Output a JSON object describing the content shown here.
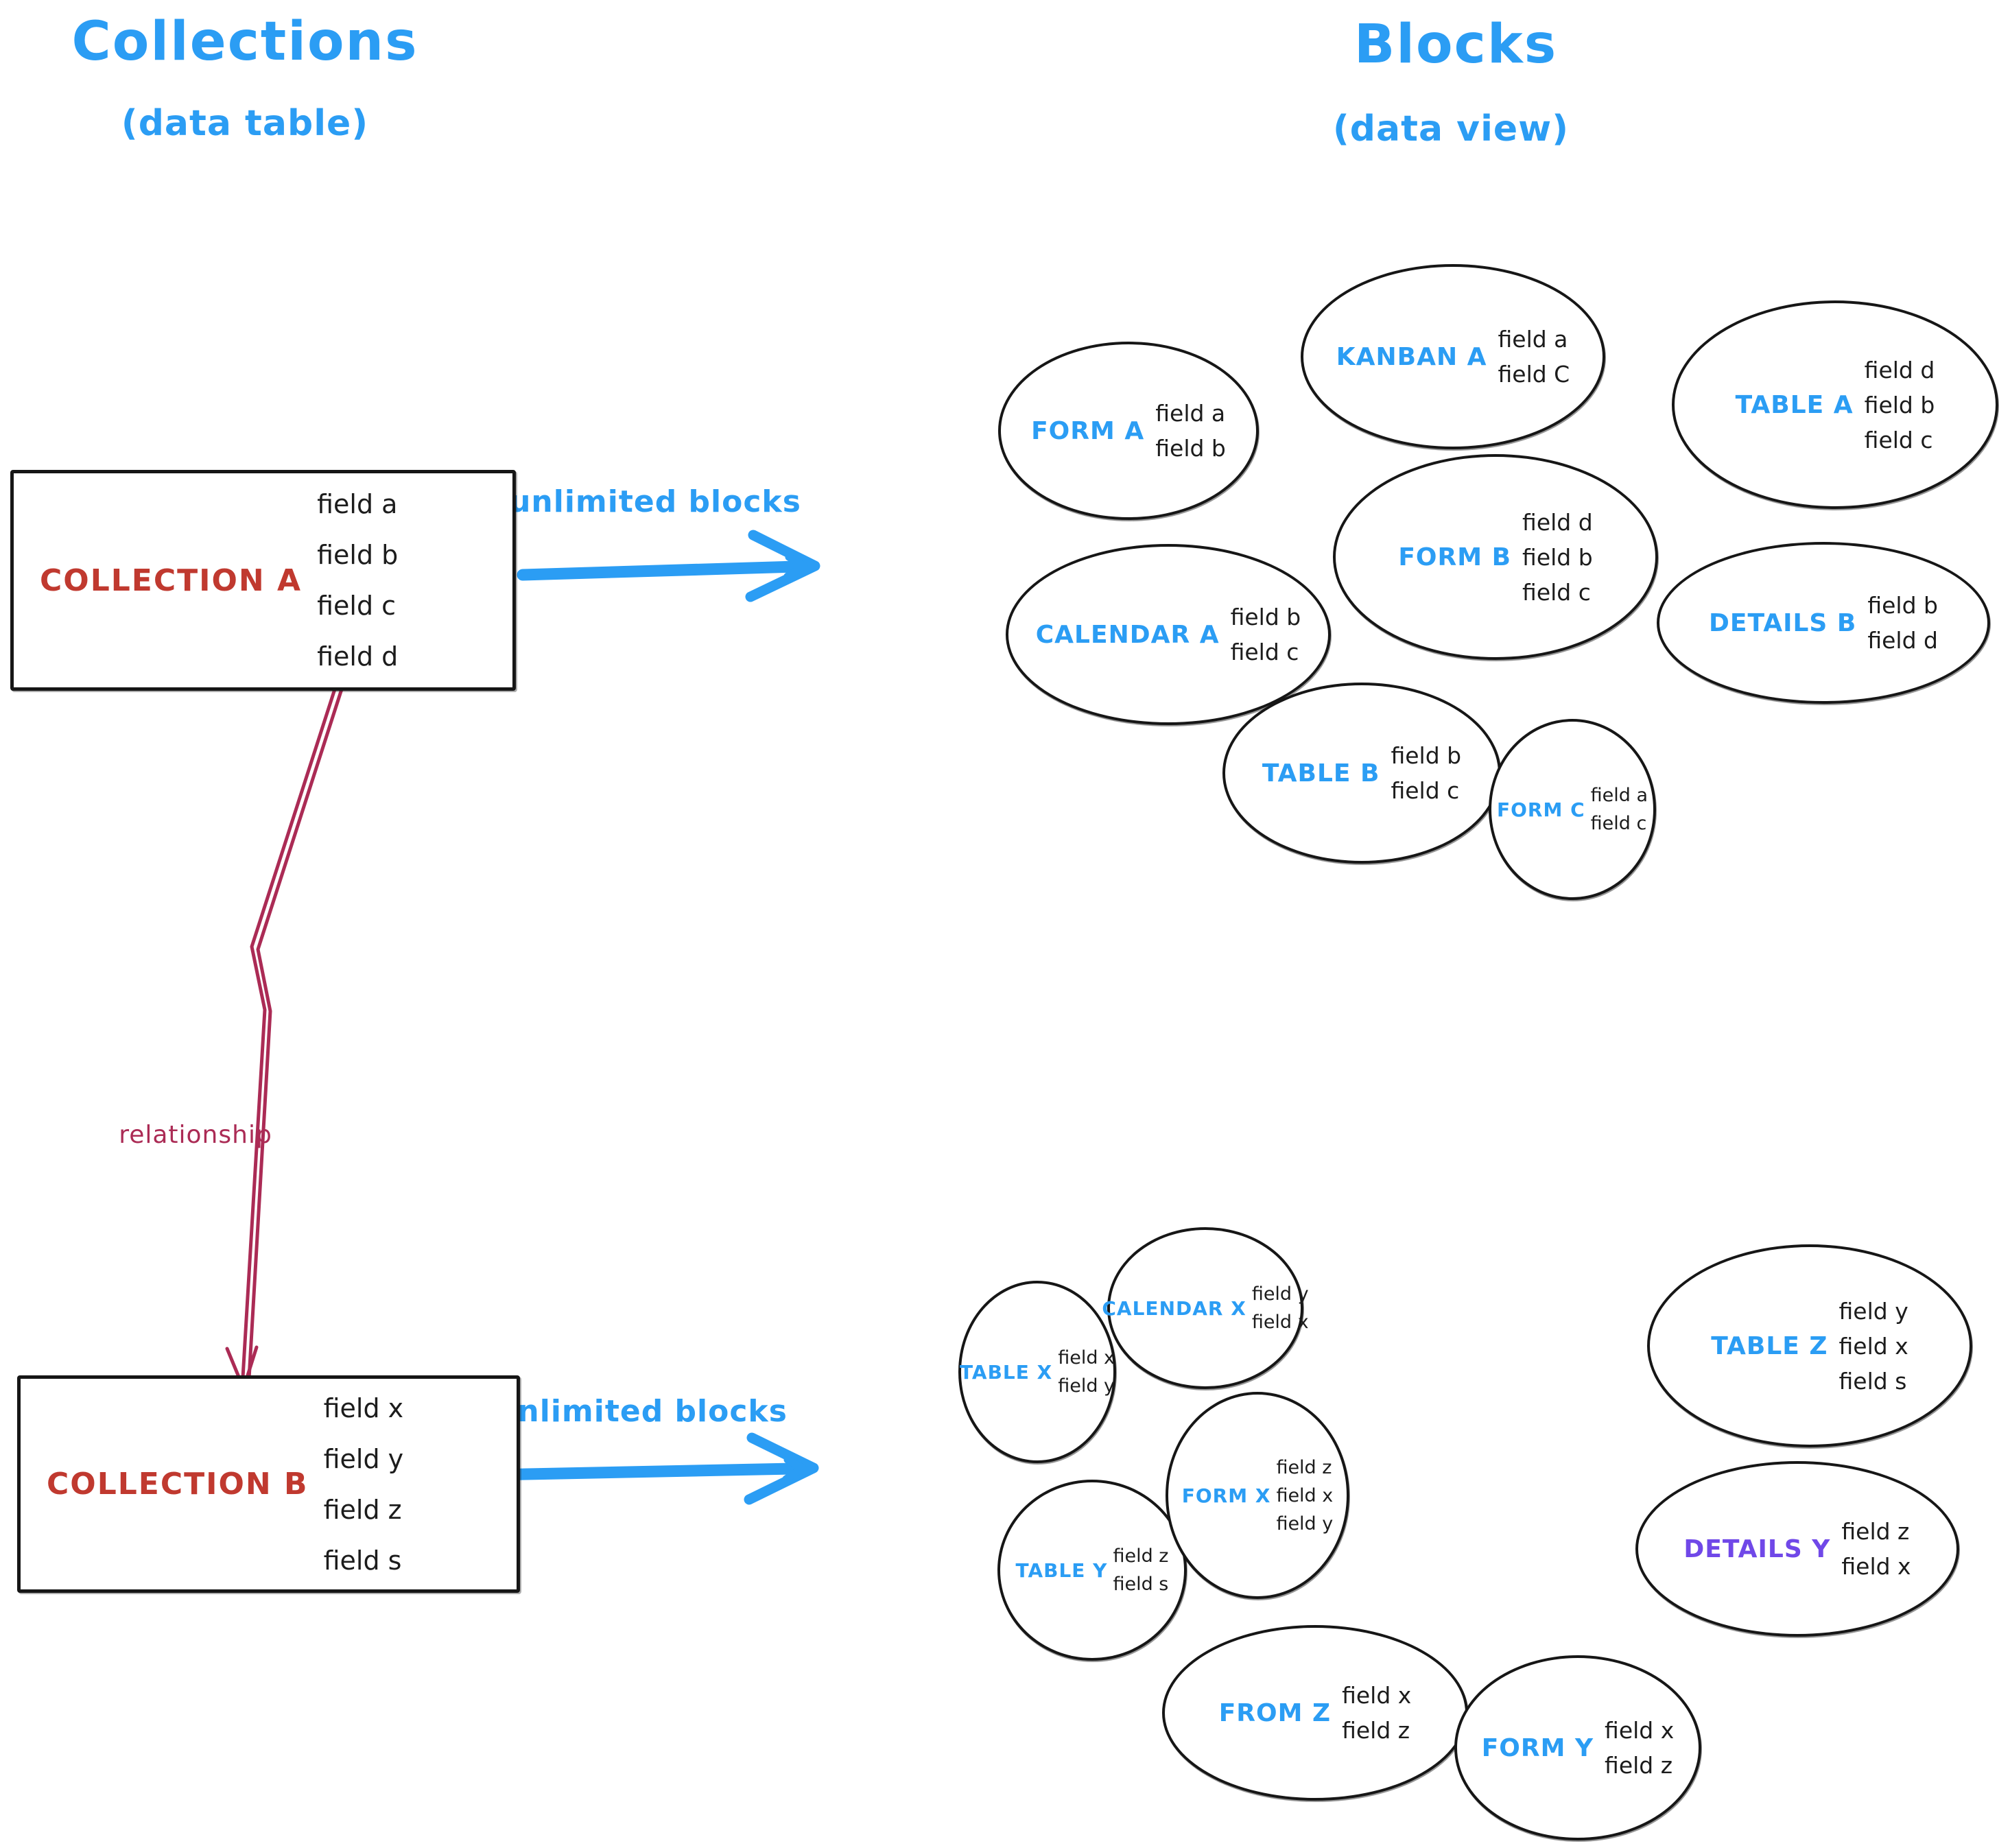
{
  "titles": {
    "collections": "Collections",
    "collections_sub": "(data table)",
    "blocks": "Blocks",
    "blocks_sub": "(data view)"
  },
  "labels": {
    "unlimited_top": "unlimited blocks",
    "unlimited_bottom": "unlimited blocks",
    "relationship": "relationship"
  },
  "collections": [
    {
      "name": "COLLECTION A",
      "fields": [
        "field a",
        "field b",
        "field c",
        "field d"
      ]
    },
    {
      "name": "COLLECTION B",
      "fields": [
        "field x",
        "field y",
        "field z",
        "field s"
      ]
    }
  ],
  "blocks_a": [
    {
      "label": "FORM A",
      "fields": [
        "field a",
        "field b"
      ]
    },
    {
      "label": "KANBAN A",
      "fields": [
        "field a",
        "field C"
      ]
    },
    {
      "label": "TABLE A",
      "fields": [
        "field d",
        "field b",
        "field c"
      ]
    },
    {
      "label": "CALENDAR A",
      "fields": [
        "field b",
        "field c"
      ]
    },
    {
      "label": "FORM B",
      "fields": [
        "field d",
        "field b",
        "field c"
      ]
    },
    {
      "label": "DETAILS B",
      "fields": [
        "field b",
        "field d"
      ]
    },
    {
      "label": "TABLE B",
      "fields": [
        "field b",
        "field c"
      ]
    },
    {
      "label": "FORM C",
      "fields": [
        "field a",
        "field c"
      ]
    }
  ],
  "blocks_b": [
    {
      "label": "TABLE X",
      "fields": [
        "field x",
        "field y"
      ]
    },
    {
      "label": "CALENDAR X",
      "fields": [
        "field y",
        "field x"
      ]
    },
    {
      "label": "TABLE Z",
      "fields": [
        "field y",
        "field x",
        "field s"
      ]
    },
    {
      "label": "TABLE Y",
      "fields": [
        "field z",
        "field s"
      ]
    },
    {
      "label": "FORM X",
      "fields": [
        "field z",
        "field x",
        "field y"
      ]
    },
    {
      "label": "DETAILS Y",
      "fields": [
        "field z",
        "field x"
      ]
    },
    {
      "label": "FROM Z",
      "fields": [
        "field x",
        "field z"
      ]
    },
    {
      "label": "FORM Y",
      "fields": [
        "field x",
        "field z"
      ]
    }
  ],
  "colors": {
    "blue": "#2b9df4",
    "red": "#c0392f",
    "crimson": "#ab2b55",
    "purple": "#7048e8",
    "ink": "#161616"
  }
}
